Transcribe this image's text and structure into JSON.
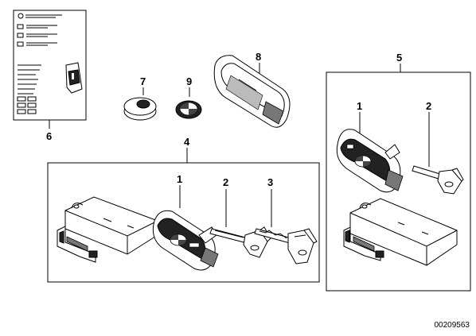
{
  "callouts": {
    "booklet": "6",
    "battery": "7",
    "emblem": "9",
    "remote_key_shell": "8",
    "kit_main": "4",
    "kit_right": "5",
    "kit_main_remote": "1",
    "kit_main_blank": "2",
    "kit_main_mech_key": "3",
    "kit_right_remote": "1",
    "kit_right_blank": "2"
  },
  "diagram_number": "00209563"
}
